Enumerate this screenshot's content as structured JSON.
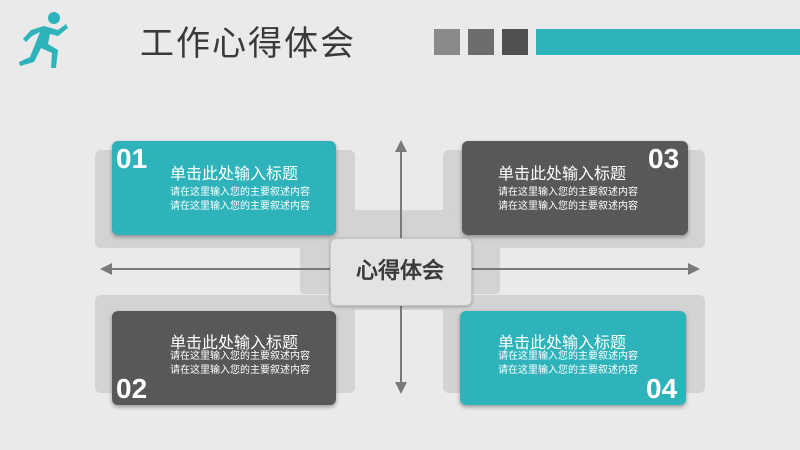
{
  "header": {
    "title": "工作心得体会",
    "logo_icon": "running-person-icon",
    "accent_color": "#2eb3bb",
    "square_colors": [
      "#8a8a8c",
      "#6d6d70",
      "#505053"
    ]
  },
  "diagram": {
    "center_label": "心得体会",
    "cards": [
      {
        "number": "01",
        "title": "单击此处输入标题",
        "line1": "请在这里输入您的主要叙述内容",
        "line2": "请在这里输入您的主要叙述内容",
        "color": "#2eb3bb"
      },
      {
        "number": "02",
        "title": "单击此处输入标题",
        "line1": "请在这里输入您的主要叙述内容",
        "line2": "请在这里输入您的主要叙述内容",
        "color": "#58585b"
      },
      {
        "number": "03",
        "title": "单击此处输入标题",
        "line1": "请在这里输入您的主要叙述内容",
        "line2": "请在这里输入您的主要叙述内容",
        "color": "#58585b"
      },
      {
        "number": "04",
        "title": "单击此处输入标题",
        "line1": "请在这里输入您的主要叙述内容",
        "line2": "请在这里输入您的主要叙述内容",
        "color": "#2eb3bb"
      }
    ]
  }
}
